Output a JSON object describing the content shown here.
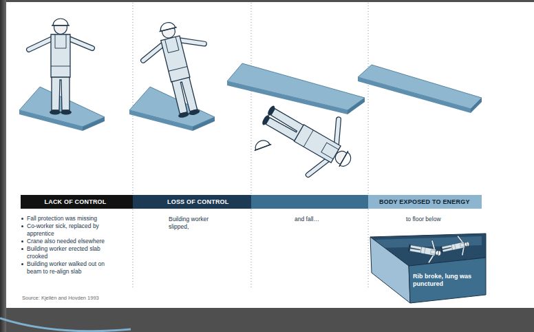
{
  "diagram": {
    "nodes": [
      {
        "text": [
          "LACK OF CONTROL"
        ]
      },
      {
        "text": [
          "LOSS OF CONTROL"
        ]
      },
      {
        "text": [
          "BODY EXPOSED TO ENERGY"
        ]
      },
      {
        "text": [
          "Rib broke, lung was punctured"
        ]
      }
    ],
    "labels": [
      "Fall protection was missing",
      "Co-worker sick, replaced by apprentice",
      "Crane also needed elsewhere",
      "Building worker erected slab crooked",
      "Building worker walked out on beam to re-align slab",
      "Building worker slipped,",
      "and fall…",
      "to floor below",
      "Source: Kjellén and Hovden 1993"
    ]
  }
}
